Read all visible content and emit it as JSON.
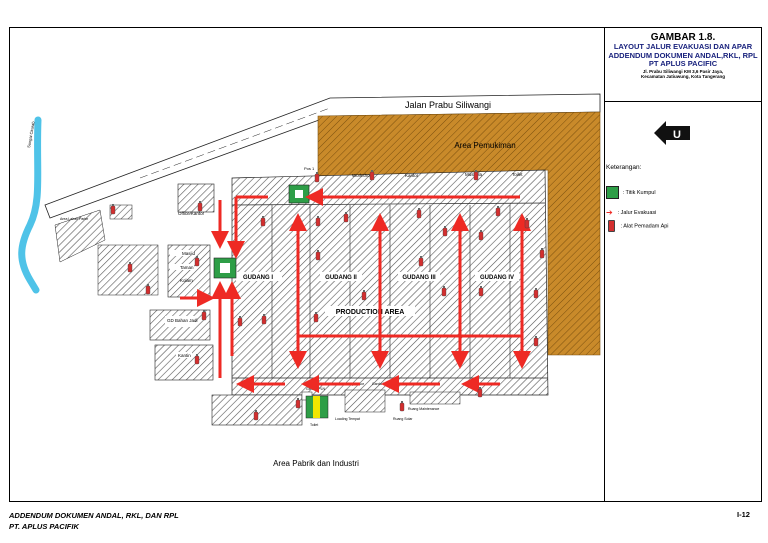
{
  "title_block": {
    "figure": "GAMBAR 1.8.",
    "line1": "LAYOUT JALUR EVAKUASI DAN APAR",
    "line2": "ADDENDUM DOKUMEN ANDAL,RKL, RPL",
    "line3": "PT APLUS PACIFIC",
    "address1": "Jl. Prabu Siliwangi KM 3,6 Pasir Jaya,",
    "address2": "Kecamatan Jatiuwung, Kota Tangerang"
  },
  "north_arrow": "U",
  "legend": {
    "title": "Keterangan:",
    "items": [
      {
        "label": ": Titik Kumpul"
      },
      {
        "label": ": Jalur Evakuasi"
      },
      {
        "label": ": Alat Pemadam Api"
      }
    ]
  },
  "map": {
    "road": "Jalan Prabu Siliwangi",
    "river": "Sungai Cirarab",
    "residential": "Area Pemukiman",
    "industrial": "Area Pabrik dan Industri",
    "production": "PRODUCTION AREA",
    "warehouses": [
      "GUDANG I",
      "GUDANG II",
      "GUDANG III",
      "GUDANG IV"
    ],
    "top_labels": [
      "Workshop",
      "Kantor",
      "Mushola",
      "Toilet"
    ],
    "post": "Pos 1",
    "left_labels": [
      "Office/Kantor",
      "Masjid",
      "Taman",
      "Kolam",
      "GD Bahan Jadi",
      "Kantin",
      "Area Lahan Parkir"
    ],
    "bottom_labels": [
      "Genset PLN",
      "Compressor",
      "Gardu TM/TR",
      "Ruang Maintenance",
      "Panel",
      "Ruang Solar",
      "Loading Tempat",
      "Toilet"
    ]
  },
  "colors": {
    "evac_route": "#ee2a24",
    "assembly_point": "#2e9e47",
    "residential_fill": "#c98a2a",
    "river": "#4fc3e8",
    "title_text": "#1a237e"
  },
  "footer": {
    "line1": "ADDENDUM DOKUMEN ANDAL, RKL, DAN RPL",
    "line2": "PT. APLUS PACIFIK",
    "page": "I-12"
  }
}
